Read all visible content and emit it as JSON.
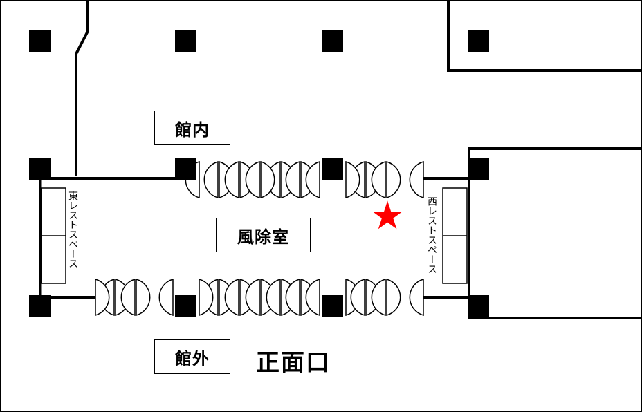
{
  "labels": {
    "inside": "館内",
    "windbreak_room": "風除室",
    "outside": "館外",
    "main_entrance": "正面口",
    "east_rest_space": "東レストスペース",
    "west_rest_space": "西レストスペース"
  },
  "marker": {
    "icon": "star-icon",
    "color": "#ff0000"
  }
}
